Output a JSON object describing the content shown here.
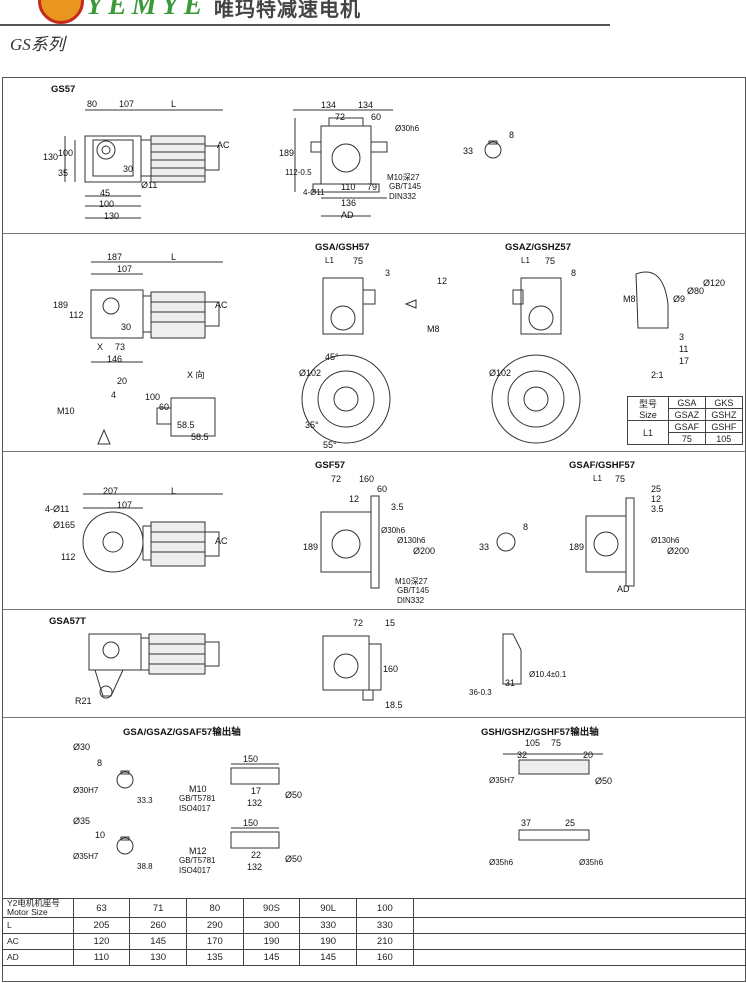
{
  "header": {
    "brand": "YEMYE",
    "brand_cn": "唯玛特减速电机",
    "series": "GS系列"
  },
  "sections": {
    "s1": {
      "title": "GS57",
      "dims": {
        "d80": "80",
        "d107": "107",
        "dL": "L",
        "d130h": "130",
        "d100v": "100",
        "d35": "35",
        "d30": "30",
        "dAC": "AC",
        "d11": "Ø11",
        "d45": "45",
        "d100h": "100",
        "d130b": "130",
        "d134a": "134",
        "d134b": "134",
        "d72": "72",
        "d60": "60",
        "d30p": "Ø30h6",
        "d189": "189",
        "d112": "112-0.5",
        "d4011": "4-Ø11",
        "d110": "110",
        "d79": "79",
        "d136": "136",
        "dAD": "AD",
        "m10": "M10深27",
        "gb": "GB/T145",
        "din": "DIN332",
        "k8": "8",
        "k33": "33"
      }
    },
    "s2": {
      "title": "",
      "view_a": "GSA/GSH57",
      "view_b": "GSAZ/GSHZ57",
      "dims": {
        "d187": "187",
        "dL": "L",
        "d107": "107",
        "d189": "189",
        "d112": "112",
        "d30": "30",
        "dAC": "AC",
        "dX": "X",
        "d73": "73",
        "d146": "146",
        "d20": "20",
        "d4": "4",
        "m10": "M10",
        "xdir": "X 向",
        "d100": "100",
        "d60": "60",
        "d585a": "58.5",
        "d585b": "58.5",
        "l1a": "L1",
        "d75a": "75",
        "d3": "3",
        "d12": "12",
        "dM8": "M8",
        "l1b": "L1",
        "d75b": "75",
        "d8": "8",
        "d102a": "Ø102",
        "d102b": "Ø102",
        "a45": "45°",
        "a35": "35°",
        "a55": "55°",
        "mM8": "M8",
        "d9": "Ø9",
        "d80": "Ø80",
        "d120": "Ø120",
        "r3": "3",
        "r11": "11",
        "r17": "17",
        "scale": "2:1"
      },
      "table": {
        "h1": "型号",
        "h2": "Size",
        "c1": "GSA",
        "c2": "GKS",
        "c3": "GSAZ",
        "c4": "GSHZ",
        "c5": "GSAF",
        "c6": "GSHF",
        "r1": "L1",
        "v1": "75",
        "v2": "105"
      }
    },
    "s3": {
      "title": "",
      "view_a": "GSF57",
      "view_b": "GSAF/GSHF57",
      "dims": {
        "d4011": "4-Ø11",
        "d207": "207",
        "dL": "L",
        "d107": "107",
        "d165": "Ø165",
        "d112": "112",
        "dAC": "AC",
        "d72": "72",
        "d160": "160",
        "d60": "60",
        "d12": "12",
        "d35": "3.5",
        "d30": "Ø30h6",
        "d130": "Ø130h6",
        "d200": "Ø200",
        "d189": "189",
        "m10": "M10深27",
        "gb": "GB/T145",
        "din": "DIN332",
        "k8": "8",
        "k33": "33",
        "l1": "L1",
        "d75": "75",
        "d25": "25",
        "d12b": "12",
        "d35b": "3.5",
        "d130b": "Ø130h6",
        "d200b": "Ø200",
        "d189b": "189",
        "dAD": "AD"
      }
    },
    "s4": {
      "title": "GSA57T",
      "dims": {
        "r21": "R21",
        "d72": "72",
        "d15": "15",
        "d160": "160",
        "d185": "18.5",
        "d36": "36-0.3",
        "d31": "31",
        "d104": "Ø10.4±0.1"
      }
    },
    "s5": {
      "view_a": "GSA/GSAZ/GSAF57输出轴",
      "view_b": "GSH/GSHZ/GSHF57输出轴",
      "dims": {
        "o30": "Ø30",
        "k8": "8",
        "o30h": "Ø30H7",
        "d333": "33.3",
        "o35": "Ø35",
        "k10": "10",
        "o35h": "Ø35H7",
        "d388": "38.8",
        "d150a": "150",
        "m10": "M10",
        "gba": "GB/T5781",
        "isoa": "ISO4017",
        "d17": "17",
        "d132a": "132",
        "o50a": "Ø50",
        "d150b": "150",
        "m12": "M12",
        "gbb": "GB/T5781",
        "isob": "ISO4017",
        "d22": "22",
        "d132b": "132",
        "o50b": "Ø50",
        "d105": "105",
        "d75": "75",
        "d32": "32",
        "d20": "20",
        "o35r": "Ø35H7",
        "o50r": "Ø50",
        "d37": "37",
        "d25": "25",
        "o35a": "Ø35h6",
        "o35b": "Ø35h6"
      }
    }
  },
  "motor_table": {
    "head_a": "Y2电机机座号",
    "head_b": "Motor Size",
    "sizes": [
      "63",
      "71",
      "80",
      "90S",
      "90L",
      "100"
    ],
    "rows": [
      {
        "label": "L",
        "values": [
          "205",
          "260",
          "290",
          "300",
          "330",
          "330"
        ]
      },
      {
        "label": "AC",
        "values": [
          "120",
          "145",
          "170",
          "190",
          "190",
          "210"
        ]
      },
      {
        "label": "AD",
        "values": [
          "110",
          "130",
          "135",
          "145",
          "145",
          "160"
        ]
      }
    ]
  }
}
